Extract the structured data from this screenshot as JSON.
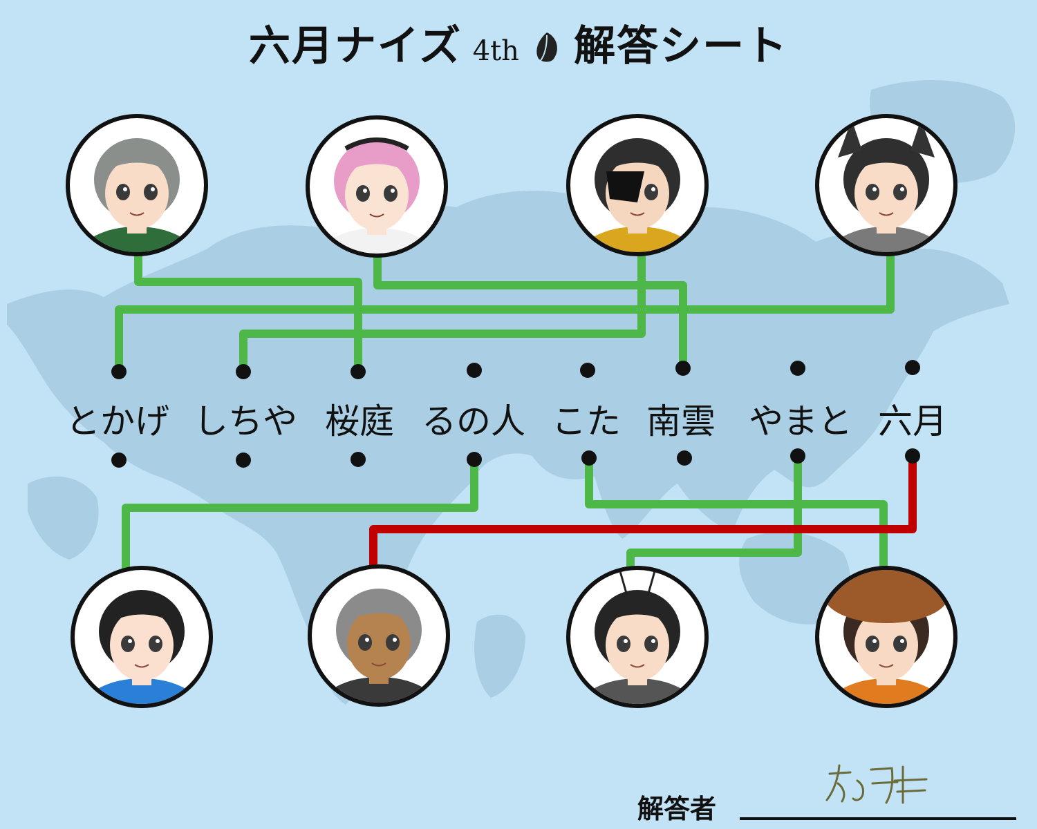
{
  "sheet": {
    "title_main_left": "六月ナイズ",
    "title_sub": "4th",
    "title_icon": "leaf-icon",
    "title_main_right": "解答シート"
  },
  "names": [
    "とかげ",
    "しちや",
    "桜庭",
    "るの人",
    "こた",
    "南雲",
    "やまと",
    "六月"
  ],
  "answerer": {
    "label": "解答者",
    "signature_icon": "handwritten-signature"
  },
  "colors": {
    "background": "#c2e3f5",
    "map": "#a6cbe0",
    "correct_line": "#4db848",
    "wrong_line": "#c00000",
    "dot": "#111111"
  },
  "characters": [
    {
      "id": "top-1",
      "desc_icon": "gray-haired-boy-portrait"
    },
    {
      "id": "top-2",
      "desc_icon": "pink-haired-girl-portrait"
    },
    {
      "id": "top-3",
      "desc_icon": "eyepatch-man-portrait"
    },
    {
      "id": "top-4",
      "desc_icon": "horned-girl-portrait"
    },
    {
      "id": "bottom-1",
      "desc_icon": "black-haired-boy-portrait"
    },
    {
      "id": "bottom-2",
      "desc_icon": "headset-man-portrait"
    },
    {
      "id": "bottom-3",
      "desc_icon": "antenna-girl-portrait"
    },
    {
      "id": "bottom-4",
      "desc_icon": "brown-hat-girl-portrait"
    }
  ]
}
